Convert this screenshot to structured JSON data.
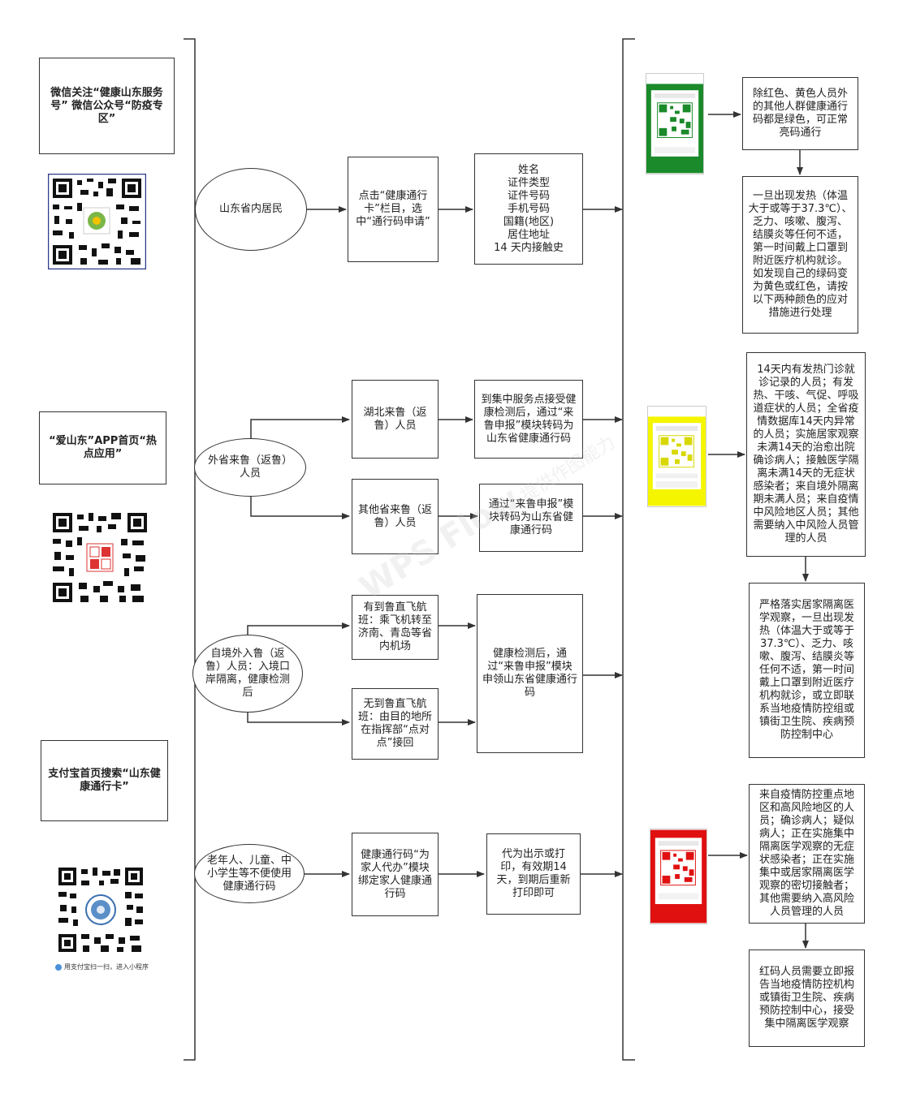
{
  "left_column": {
    "wechat_label": "微信关注“健康山东服务号” 微信公众号“防疫专区”",
    "app_label": "“爱山东”APP首页“热点应用”",
    "alipay_label": "支付宝首页搜索“山东健康通行卡”",
    "alipay_caption": "用支付宝扫一扫，进入小程序"
  },
  "row1": {
    "group": "山东省内居民",
    "step1": "点击“健康通行卡”栏目，选中“通行码申请”",
    "step2": "姓名\n证件类型\n证件号码\n手机号码\n国籍(地区)\n居住地址\n14 天内接触史"
  },
  "row2": {
    "group": "外省来鲁（返鲁）人员",
    "sub_a": "湖北来鲁（返鲁）人员",
    "step_a": "到集中服务点接受健康检测后，通过“来鲁申报”模块转码为山东省健康通行码",
    "sub_b": "其他省来鲁（返鲁）人员",
    "step_b": "通过“来鲁申报”模块转码为山东省健康通行码"
  },
  "row3": {
    "group": "自境外入鲁（返鲁）人员：入境口岸隔离，健康检测后",
    "sub_a": "有到鲁直飞航班：乘飞机转至济南、青岛等省内机场",
    "sub_b": "无到鲁直飞航班：由目的地所在指挥部“点对点”接回",
    "step": "健康检测后，通过“来鲁申报”模块申领山东省健康通行码"
  },
  "row4": {
    "group": "老年人、儿童、中小学生等不便使用健康通行码",
    "step1": "健康通行码“为家人代办”模块绑定家人健康通行码",
    "step2": "代为出示或打印，有效期14天，到期后重新打印即可"
  },
  "right_column": {
    "green_1": "除红色、黄色人员外的其他人群健康通行码都是绿色，可正常亮码通行",
    "green_2": "一旦出现发热（体温大于或等于37.3℃）、乏力、咳嗽、腹泻、结膜炎等任何不适，第一时间戴上口罩到附近医疗机构就诊。如发现自己的绿码变为黄色或红色，请按以下两种颜色的应对措施进行处理",
    "yellow_1": "14天内有发热门诊就诊记录的人员；有发热、干咳、气促、呼吸道症状的人员；全省疫情数据库14天内异常的人员；实施居家观察未满14天的治愈出院确诊病人；接触医学隔离未满14天的无症状感染者；来自境外隔离期未满人员；来自疫情中风险地区人员；其他需要纳入中风险人员管理的人员",
    "yellow_2": "严格落实居家隔离医学观察，一旦出现发热（体温大于或等于37.3℃）、乏力、咳嗽、腹泻、结膜炎等任何不适，第一时间戴上口罩到附近医疗机构就诊，或立即联系当地疫情防控组或镇街卫生院、疾病预防控制中心",
    "red_1": "来自疫情防控重点地区和高风险地区的人员；确诊病人；疑似病人；正在实施集中隔离医学观察的无症状感染者；正在实施集中或居家隔离医学观察的密切接触者；其他需要纳入高风险人员管理的人员",
    "red_2": "红码人员需要立即报告当地疫情防控机构或镇街卫生院、疾病预防控制中心，接受集中隔离医学观察"
  },
  "phone_mockups": {
    "green": "#1a8a2a",
    "yellow": "#f5f500",
    "red": "#e01010"
  },
  "watermark": {
    "brand": "WPS Flow",
    "text": "提供作图能力"
  }
}
